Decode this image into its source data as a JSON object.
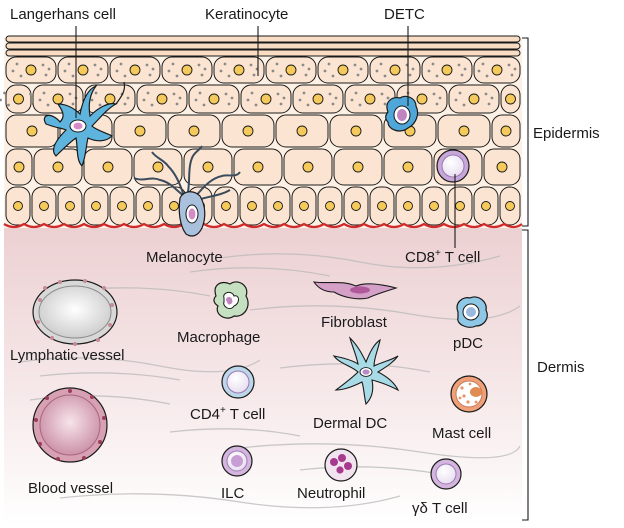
{
  "labels": {
    "langerhans": "Langerhans cell",
    "keratinocyte": "Keratinocyte",
    "detc": "DETC",
    "epidermis": "Epidermis",
    "melanocyte": "Melanocyte",
    "cd8_main": "CD8",
    "cd8_sup": "+",
    "cd8_tail": " T cell",
    "lymphatic": "Lymphatic vessel",
    "macrophage": "Macrophage",
    "fibroblast": "Fibroblast",
    "pdc": "pDC",
    "dermis": "Dermis",
    "cd4_main": "CD4",
    "cd4_sup": "+",
    "cd4_tail": " T cell",
    "dermal_dc": "Dermal DC",
    "mast": "Mast cell",
    "blood": "Blood vessel",
    "ilc": "ILC",
    "neutrophil": "Neutrophil",
    "gdt": "γδ T cell"
  },
  "colors": {
    "epidermis_bg": "#fdf1e6",
    "cell_fill": "#fbe5d2",
    "nucleus": "#f5c95a",
    "membrane": "#d12a2a",
    "dermis_top": "#ecd0d2",
    "langerhans": "#5fb4de",
    "melanocyte": "#a9c1dc",
    "detc": "#4fa6d8",
    "cd8": "#c7a6d8",
    "lymphatic": "#d8d8d8",
    "blood": "#d7a0b3",
    "fibroblast": "#d5a0c7",
    "mast": "#f0a079"
  }
}
